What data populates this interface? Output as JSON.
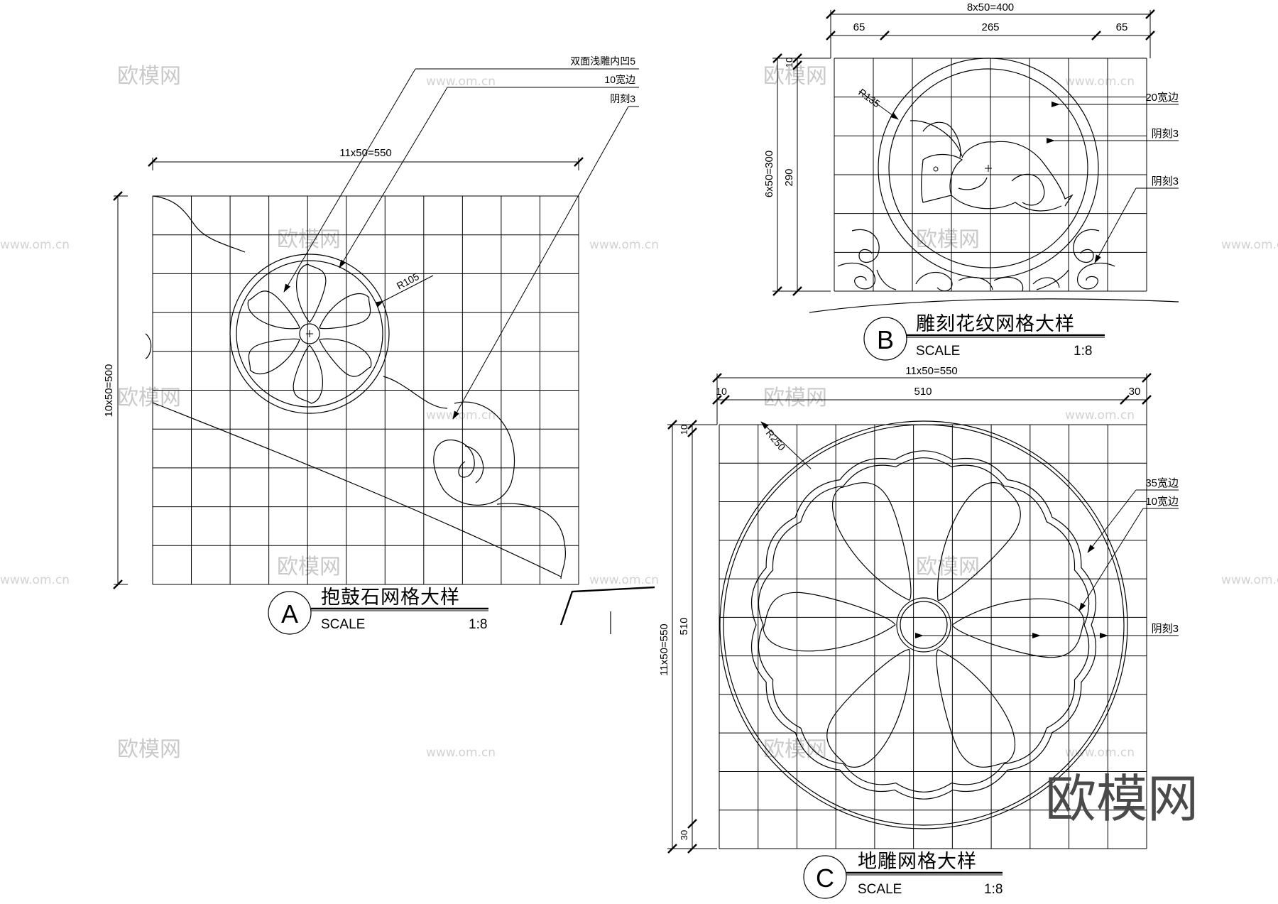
{
  "watermark": {
    "brand": "欧模网",
    "url": "www.om.cn",
    "corner_brand": "欧模网"
  },
  "detail_a": {
    "bubble": "A",
    "title": "抱鼓石网格大样",
    "scale_label": "SCALE",
    "scale_value": "1:8",
    "dim_width": "11x50=550",
    "dim_height": "10x50=500",
    "radius": "R105",
    "notes": [
      "双面浅雕内凹5",
      "10宽边",
      "阴刻3"
    ]
  },
  "detail_b": {
    "bubble": "B",
    "title": "雕刻花纹网格大样",
    "scale_label": "SCALE",
    "scale_value": "1:8",
    "dim_total": "8x50=400",
    "dim_left": "65",
    "dim_mid": "265",
    "dim_right": "65",
    "dim_height": "6x50=300",
    "dim_inner": "290",
    "dim_top": "10",
    "radius": "R135",
    "notes": [
      "20宽边",
      "阴刻3",
      "阴刻3"
    ]
  },
  "detail_c": {
    "bubble": "C",
    "title": "地雕网格大样",
    "scale_label": "SCALE",
    "scale_value": "1:8",
    "dim_total": "11x50=550",
    "dim_left": "10",
    "dim_mid": "510",
    "dim_right": "30",
    "dim_height": "11x50=550",
    "dim_inner": "510",
    "dim_top": "10",
    "dim_bottom": "30",
    "radius": "R250",
    "notes": [
      "35宽边",
      "10宽边",
      "阴刻3"
    ]
  }
}
